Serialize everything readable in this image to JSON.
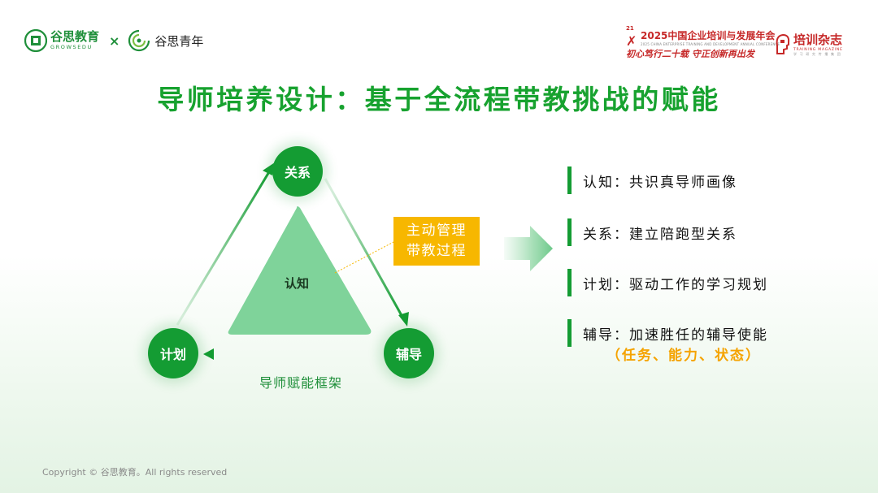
{
  "header": {
    "brand_cn": "谷思教育",
    "brand_en": "GROWSEDU",
    "separator": "×",
    "partner_cn": "谷思青年",
    "conference": {
      "number": "21",
      "title": "2025中国企业培训与发展年会",
      "subtitle": "2025 CHINA ENTERPRISE TRAINING AND DEVELOPMENT ANNUAL CONFERENCE",
      "slogan": "初心笃行二十载 守正创新再出发"
    },
    "magazine": {
      "name_cn": "培训杂志",
      "name_en": "TRAINING MAGAZINE",
      "tagline": "学 习 研 究 传 播 集 团"
    }
  },
  "title": "导师培养设计：基于全流程带教挑战的赋能",
  "diagram": {
    "node_relation": "关系",
    "node_plan": "计划",
    "node_guide": "辅导",
    "center": "认知",
    "caption": "导师赋能框架",
    "callout_line1": "主动管理",
    "callout_line2": "带教过程"
  },
  "bullets": [
    {
      "text": "认知：共识真导师画像"
    },
    {
      "text": "关系：建立陪跑型关系"
    },
    {
      "text": "计划：驱动工作的学习规划"
    },
    {
      "text": "辅导：加速胜任的辅导使能"
    }
  ],
  "bullet_sub": "（任务、能力、状态）",
  "copyright": "Copyright © 谷思教育。All rights reserved",
  "colors": {
    "primary_green": "#149c33",
    "title_green": "#17a22f",
    "callout_yellow": "#f7b700",
    "accent_orange": "#f5a300",
    "conference_red": "#c62828"
  }
}
